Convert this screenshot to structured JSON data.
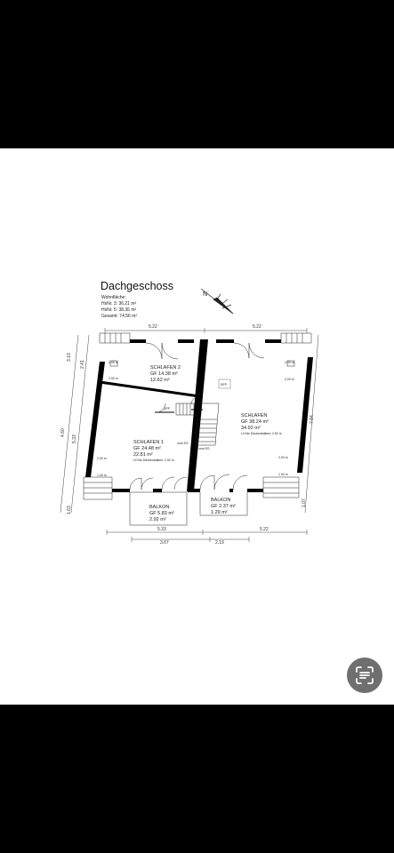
{
  "plan": {
    "title": "Dachgeschoss",
    "area_summary": {
      "heading": "Wohnfläche:",
      "lines": [
        "HsNr. 3: 36.21 m²",
        "HsNr. 5: 38.36 m²",
        "Gesamt: 74.56 m²"
      ]
    },
    "rooms": [
      {
        "name": "SCHLAFEN 2",
        "gf": "GF 14.38 m²",
        "wf": "12.62 m²"
      },
      {
        "name": "SCHLAFEN",
        "gf": "GF 38.24 m²",
        "wf": "34.92 m²",
        "note": "LH bis Deckenbalken: 2.52 m"
      },
      {
        "name": "SCHLAFEN 1",
        "gf": "GF 24.48 m²",
        "wf": "22.81 m²",
        "note": "LH bis Deckenbalken: 2.52 m"
      },
      {
        "name": "BALKON",
        "gf": "GF 5.83 m²",
        "wf": "2.92 m²"
      },
      {
        "name": "BALKON",
        "gf": "GF 2.37 m²",
        "wf": "1.29 m²"
      }
    ],
    "labels": {
      "dfp": "DFP",
      "stair_left": "vom EG",
      "stair_right": "vom EG"
    },
    "window_sizes": {
      "tl_top": "1.00 m",
      "tl_bottom": "2.00 m",
      "tr_top": "1.00 m",
      "tr_bottom": "2.00 m",
      "bl_top": "2.00 m",
      "bl_bottom": "1.00 m",
      "br_top": "2.00 m",
      "br_bottom": "1.00 m"
    },
    "dimensions": {
      "top_left": "5.22",
      "top_right": "5.22",
      "left_upper_a": "3.13",
      "left_upper_b": "2.41",
      "left_total": "4.60",
      "left_mid": "5.33",
      "left_bottom": "1.63",
      "right_total": "7.84",
      "right_bottom": "1.07",
      "bottom_left": "5.33",
      "bottom_right": "5.22",
      "bottom_a": "3.67",
      "bottom_b": "2.19"
    }
  },
  "ui": {
    "lens_button_icon": "scan-text-icon"
  }
}
